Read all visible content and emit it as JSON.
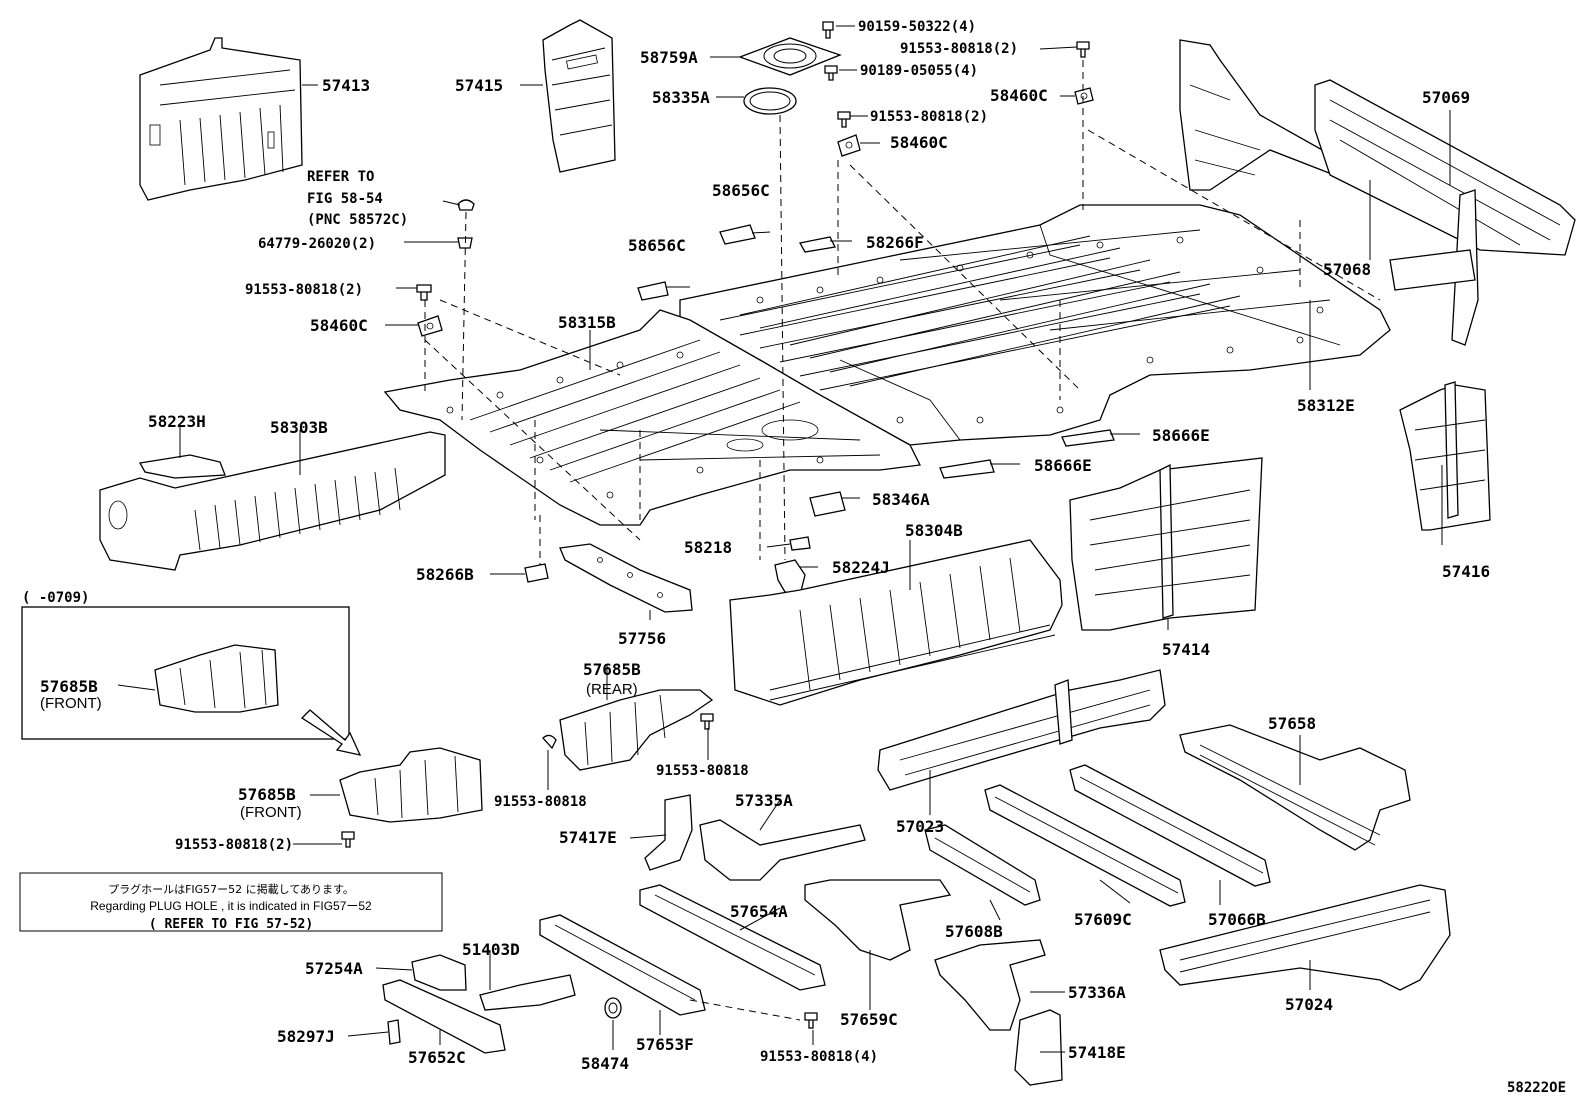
{
  "labels": {
    "p57413": "57413",
    "p57415": "57415",
    "p58759A": "58759A",
    "p58335A": "58335A",
    "p90159": "90159-50322(4)",
    "p91553_top": "91553-80818(2)",
    "p90189": "90189-05055(4)",
    "p58460C_top": "58460C",
    "p91553_mid": "91553-80818(2)",
    "p58460C_mid": "58460C",
    "p57069": "57069",
    "refer_line1": "REFER TO",
    "refer_line2": "FIG 58-54",
    "refer_line3": "(PNC 58572C)",
    "p64779": "64779-26020(2)",
    "p58656C_a": "58656C",
    "p58656C_b": "58656C",
    "p58266F": "58266F",
    "p57068": "57068",
    "p91553_left": "91553-80818(2)",
    "p58460C_left": "58460C",
    "p58315B": "58315B",
    "p58312E": "58312E",
    "p58223H": "58223H",
    "p58303B": "58303B",
    "p58666E_a": "58666E",
    "p58666E_b": "58666E",
    "p57416": "57416",
    "p58346A": "58346A",
    "p58304B": "58304B",
    "p58218": "58218",
    "p58224J": "58224J",
    "p58266B": "58266B",
    "p57756": "57756",
    "p57414": "57414",
    "inset_range": "(     -0709)",
    "p57685B_inset": "57685B",
    "front_inset": "(FRONT)",
    "p57685B_rear": "57685B",
    "rear": "(REAR)",
    "p91553_rear_r": "91553-80818",
    "p91553_rear_l": "91553-80818",
    "p57685B_front": "57685B",
    "front": "(FRONT)",
    "p91553_front": "91553-80818(2)",
    "p57658": "57658",
    "p57023": "57023",
    "p57335A": "57335A",
    "p57417E": "57417E",
    "p57654A": "57654A",
    "p57608B": "57608B",
    "p57609C": "57609C",
    "p57066B": "57066B",
    "p57254A": "57254A",
    "p51403D": "51403D",
    "p57659C": "57659C",
    "p57336A": "57336A",
    "p57024": "57024",
    "p58297J": "58297J",
    "p57652C": "57652C",
    "p58474": "58474",
    "p57653F": "57653F",
    "p91553_bottom": "91553-80818(4)",
    "p57418E": "57418E",
    "figure_code": "58222OE"
  },
  "note": {
    "jp": "プラグホールはFIG57ー52 に掲載してあります。",
    "en": "Regarding PLUG HOLE , it is indicated in FIG57ー52",
    "ref": "( REFER TO FIG 57-52)"
  }
}
